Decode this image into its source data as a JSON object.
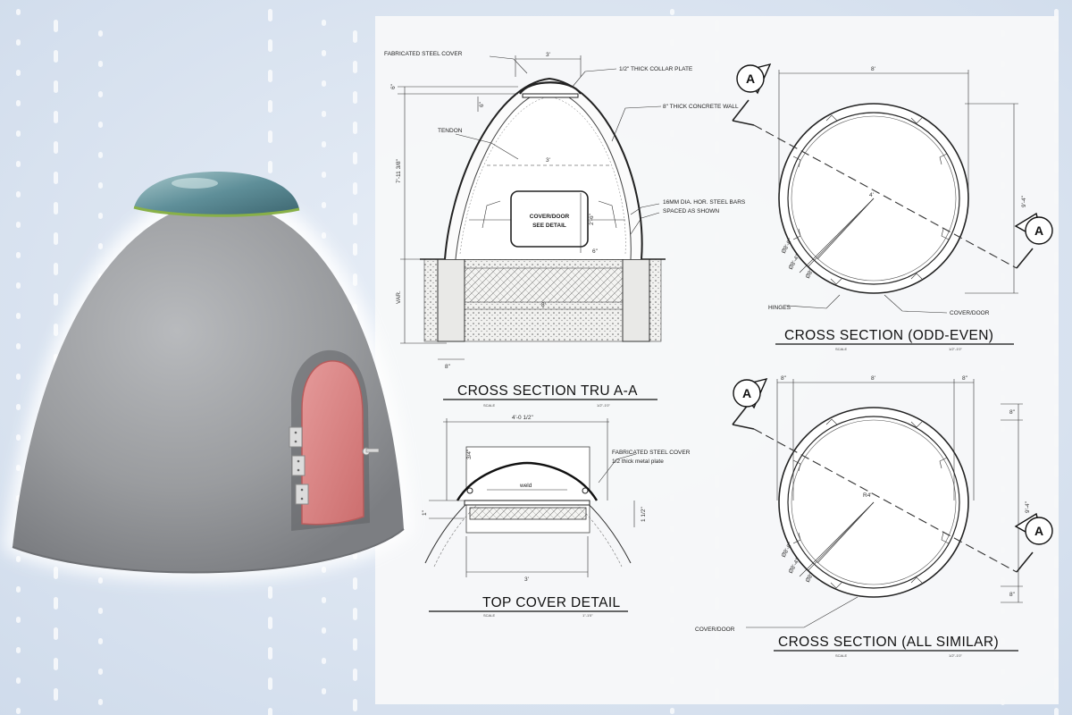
{
  "colors": {
    "background": "#dfe8f3",
    "concrete": "#9c9ea2",
    "door": "#d98080",
    "dome_glass": "#6f9aa3",
    "linework": "#222222"
  },
  "icons": [
    "section-marker-icon",
    "hinge-icon",
    "door-handle-icon"
  ],
  "cross_section_aa": {
    "title": "CROSS SECTION TRU A-A",
    "scale_label": "SCALE",
    "scale_value": "1/2\"-1'0\"",
    "labels": {
      "steel_cover": "FABRICATED STEEL COVER",
      "collar_plate": "1/2\" THICK COLLAR PLATE",
      "concrete_wall": "8\" THICK CONCRETE WALL",
      "tendon": "TENDON",
      "steel_bars_1": "16MM DIA. HOR. STEEL BARS",
      "steel_bars_2": "SPACED AS SHOWN",
      "door_1": "COVER/DOOR",
      "door_2": "SEE DETAIL"
    },
    "dims": {
      "top": "3'",
      "mid": "3'",
      "base": "8'",
      "footing": "8\"",
      "height": "7'-11 3/8\"",
      "left_small": "6\"",
      "left_small2": "6\"",
      "below": "VAR.",
      "door_h": "2'-6\"",
      "door_b": "6\""
    }
  },
  "cross_section_odd_even": {
    "title": "CROSS SECTION  (ODD-EVEN)",
    "scale_label": "SCALE",
    "scale_value": "1/2\"-1'0\"",
    "marker": "A",
    "labels": {
      "hinges": "HINGES",
      "door": "COVER/DOOR"
    },
    "dims": {
      "width": "8'",
      "height": "9'-4\"",
      "radius": "4'",
      "d1": "Ø8'-8\"",
      "d2": "Ø8'-4\"",
      "d3": "Ø8'"
    }
  },
  "top_cover_detail": {
    "title": "TOP COVER DETAIL",
    "scale_label": "SCALE",
    "scale_value": "1\"-1'0\"",
    "labels": {
      "cover_1": "FABRICATED STEEL COVER",
      "cover_2": "1/2 thick metal plate",
      "weld": "weld"
    },
    "dims": {
      "top": "4'-0 1/2\"",
      "small": "3/4\"",
      "side": "1 1/2\"",
      "left": "1\"",
      "base": "3'"
    }
  },
  "cross_section_all_similar": {
    "title": "CROSS SECTION  (ALL SIMILAR)",
    "scale_label": "SCALE",
    "scale_value": "1/2\"-1'0\"",
    "marker": "A",
    "labels": {
      "door": "COVER/DOOR"
    },
    "dims": {
      "left": "8\"",
      "center": "8'",
      "right": "8\"",
      "height": "9'-4\"",
      "radius": "R4'",
      "d1": "Ø8'-8\"",
      "d2": "Ø8'-4\"",
      "d3": "Ø8'",
      "top_small": "8\"",
      "bot_small": "8\""
    }
  }
}
